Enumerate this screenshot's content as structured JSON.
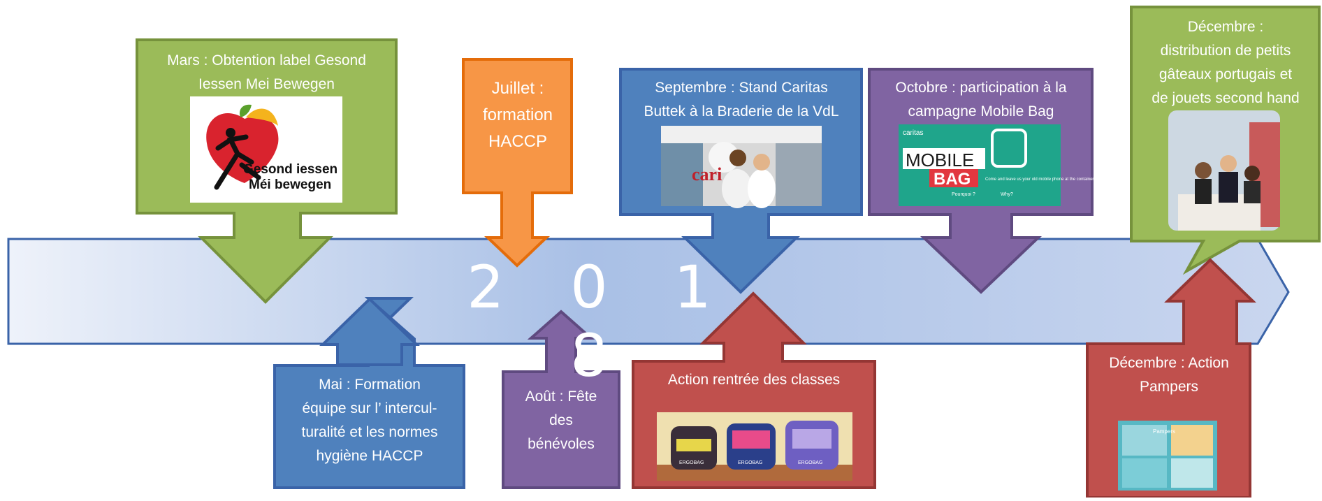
{
  "year": "2 0 1 8",
  "events": [
    {
      "id": "mars",
      "text": "Mars : Obtention label Gesond\nIessen Mei Bewegen",
      "color": "#9bbb59"
    },
    {
      "id": "juillet",
      "text": "Juillet :\nformation\nHACCP",
      "color": "#f79646"
    },
    {
      "id": "septembre",
      "text": "Septembre : Stand Caritas\nButtek à la Braderie de la VdL",
      "color": "#4f81bd"
    },
    {
      "id": "octobre",
      "text": "Octobre : participation à la\ncampagne Mobile Bag",
      "color": "#8064a2"
    },
    {
      "id": "decembre1",
      "text": "Décembre :\ndistribution de petits\ngâteaux portugais  et\nde jouets second hand",
      "color": "#9bbb59"
    },
    {
      "id": "mai",
      "text": "Mai : Formation\néquipe sur l’ intercul-\nturalité et  les normes\nhygiène HACCP",
      "color": "#4f81bd"
    },
    {
      "id": "aout",
      "text": "Août : Fête\ndes\nbénévoles",
      "color": "#8064a2"
    },
    {
      "id": "rentree",
      "text": "Action rentrée des classes",
      "color": "#c0504d"
    },
    {
      "id": "decembre2",
      "text": "Décembre : Action\nPampers",
      "color": "#c0504d"
    }
  ],
  "logo": {
    "line1": "Gesond iessen",
    "line2": "Méi bewegen"
  },
  "mobile_bag": {
    "brand": "caritas",
    "line1": "MOBILE",
    "line2": "BAG",
    "tagline": "Come and leave us your old mobile phone at the container",
    "pourquoi": "Pourquoi ?",
    "why": "Why?"
  },
  "caritas_stand": {
    "banner": "cari"
  },
  "bags_labels": [
    "ERGOBAG",
    "ERGOBAG",
    "ERGOBAG"
  ],
  "pampers": {
    "brand": "Pampers"
  }
}
